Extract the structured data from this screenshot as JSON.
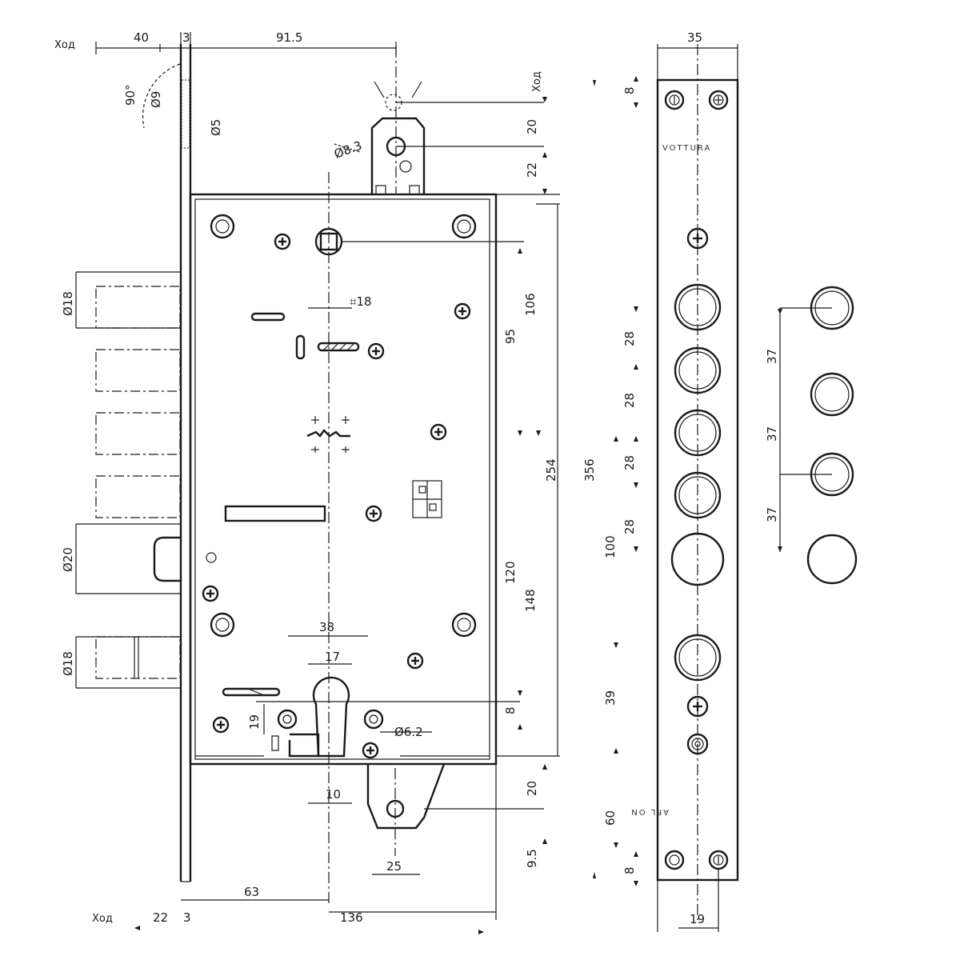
{
  "labels": {
    "stroke_top": "Ход",
    "stroke_right": "Ход",
    "stroke_bottom": "Ход",
    "brand_top": "VOTTURA",
    "brand_bottom": "AFL ON"
  },
  "dims": {
    "d40": "40",
    "d3_top": "3",
    "d91_5": "91.5",
    "ang90": "90°",
    "dia9": "Ø9",
    "dia5": "Ø5",
    "dia8_3": "Ø8.3",
    "d20_top": "20",
    "d22_top": "22",
    "d106": "106",
    "d95": "95",
    "d254": "254",
    "d356": "356",
    "d120": "120",
    "d148": "148",
    "sq18": "⌗18",
    "dia18_top": "Ø18",
    "dia20": "Ø20",
    "dia18_bot": "Ø18",
    "d38": "38",
    "d17": "17",
    "d19": "19",
    "d8_mid": "8",
    "dia6_2": "Ø6.2",
    "d10": "10",
    "d20_bot": "20",
    "d9_5": "9.5",
    "d25": "25",
    "d63": "63",
    "d136": "136",
    "d22_bot": "22",
    "d3_bot": "3",
    "d35": "35",
    "d8_strip_top": "8",
    "d28_a": "28",
    "d28_b": "28",
    "d28_c": "28",
    "d28_d": "28",
    "d100": "100",
    "d39": "39",
    "d60": "60",
    "d8_strip_bot": "8",
    "d19_strip": "19",
    "d37_a": "37",
    "d37_b": "37",
    "d37_c": "37"
  }
}
